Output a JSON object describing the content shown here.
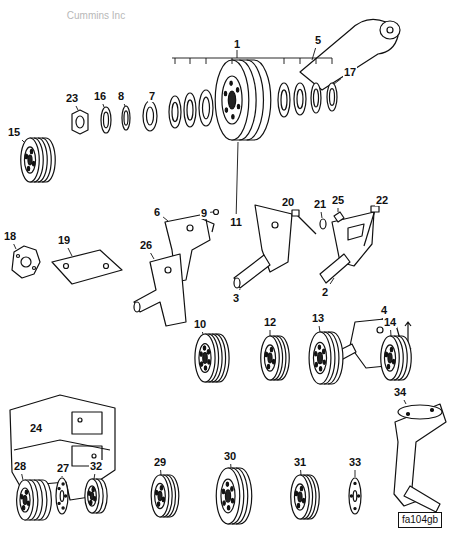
{
  "diagram": {
    "labels": [
      "1",
      "5",
      "17",
      "23",
      "16",
      "8",
      "7",
      "15",
      "22",
      "20",
      "21",
      "25",
      "2",
      "9",
      "11",
      "3",
      "6",
      "18",
      "19",
      "26",
      "4",
      "10",
      "12",
      "13",
      "14",
      "24",
      "34",
      "28",
      "27",
      "32",
      "29",
      "30",
      "31",
      "33",
      "fa104gb",
      "Cummins Inc"
    ]
  }
}
